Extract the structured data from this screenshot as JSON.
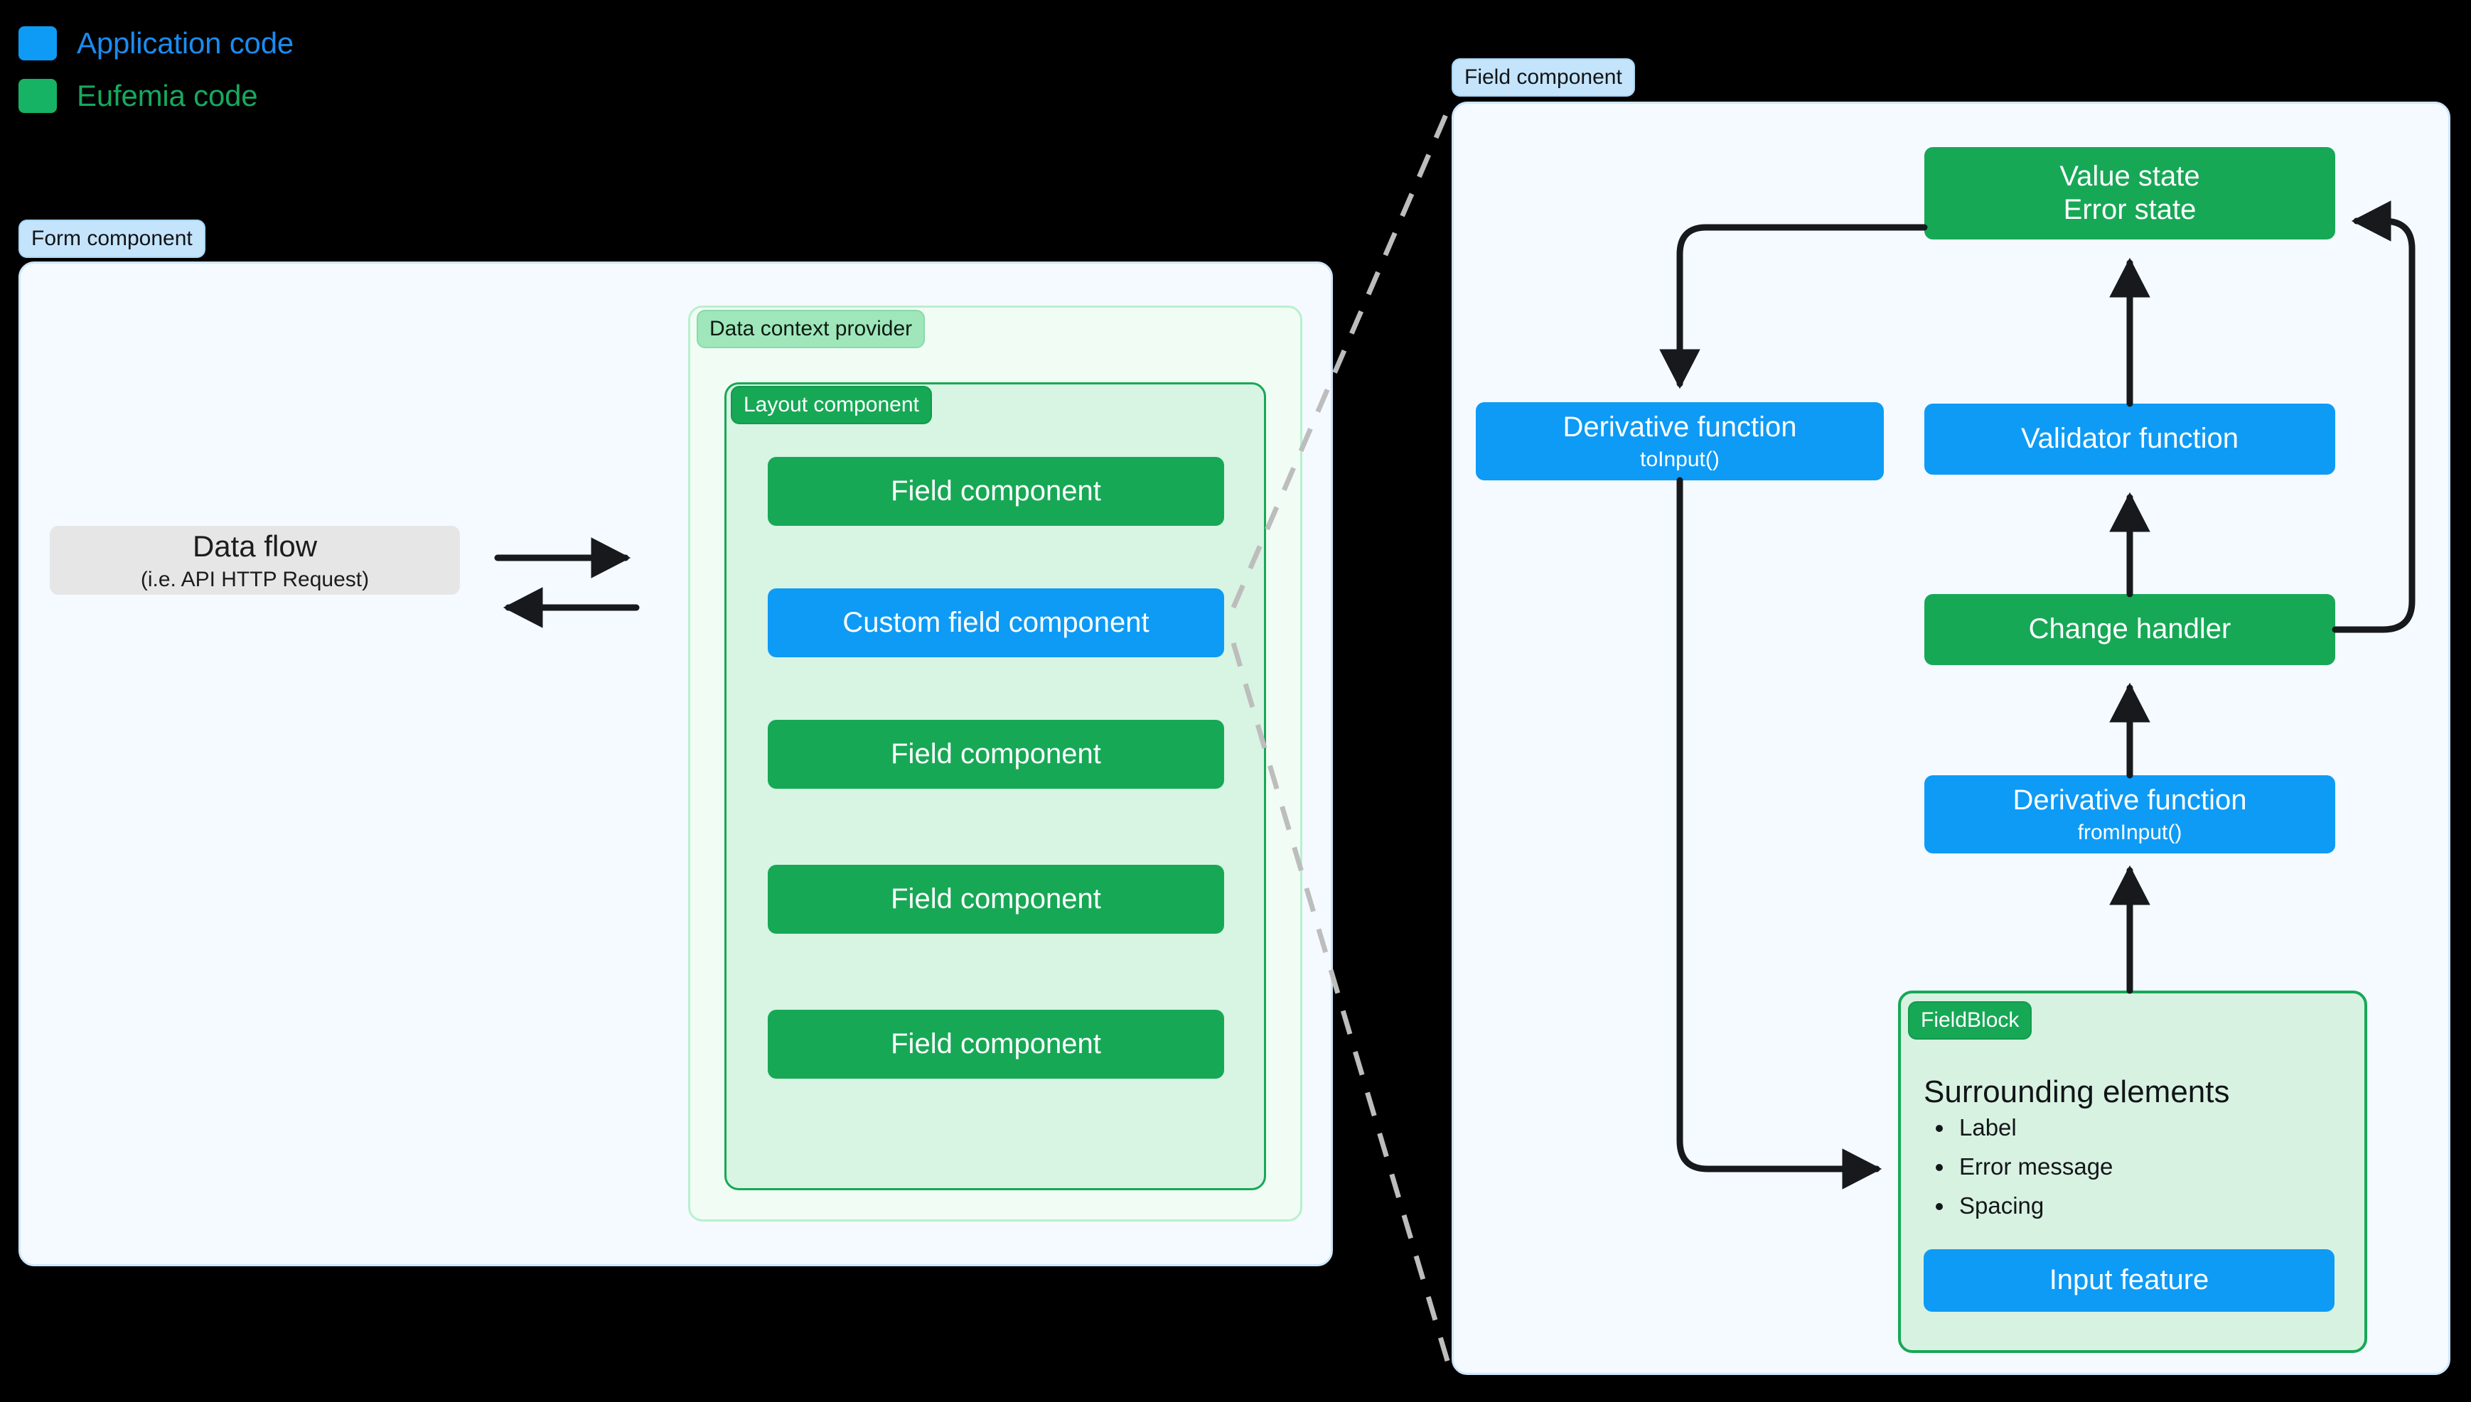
{
  "legend": {
    "items": [
      {
        "label": "Application code",
        "color": "#0e9bf5"
      },
      {
        "label": "Eufemia code",
        "color": "#17b364"
      }
    ]
  },
  "form_panel": {
    "tag": "Form component",
    "data_flow": {
      "title": "Data flow",
      "subtitle": "(i.e. API HTTP Request)"
    },
    "arrows": [
      {
        "name": "data-flow-out-arrow",
        "direction": "right"
      },
      {
        "name": "data-flow-in-arrow",
        "direction": "left"
      }
    ],
    "data_context_provider": {
      "tag": "Data context provider",
      "layout_component": {
        "tag": "Layout component",
        "fields": [
          {
            "label": "Field component",
            "kind": "eufemia"
          },
          {
            "label": "Custom field component",
            "kind": "application"
          },
          {
            "label": "Field component",
            "kind": "eufemia"
          },
          {
            "label": "Field component",
            "kind": "eufemia"
          },
          {
            "label": "Field component",
            "kind": "eufemia"
          }
        ]
      }
    }
  },
  "field_panel": {
    "tag": "Field component",
    "nodes": {
      "value_state": {
        "line1": "Value state",
        "line2": "Error state",
        "kind": "eufemia"
      },
      "derivative_to_input": {
        "title": "Derivative function",
        "sub": "toInput()",
        "kind": "application"
      },
      "validator": {
        "title": "Validator function",
        "kind": "application"
      },
      "change_handler": {
        "title": "Change handler",
        "kind": "eufemia"
      },
      "derivative_from_input": {
        "title": "Derivative function",
        "sub": "fromInput()",
        "kind": "application"
      },
      "input_feature": {
        "title": "Input feature",
        "kind": "application"
      }
    },
    "field_block": {
      "tag": "FieldBlock",
      "heading": "Surrounding elements",
      "items": [
        "Label",
        "Error message",
        "Spacing"
      ]
    }
  },
  "colors": {
    "application": "#0e9bf5",
    "eufemia": "#17a856",
    "panel_background": "#f4faff",
    "panel_border": "#cfe6fb",
    "arrow": "#17191c",
    "dashed_connector": "#bdbdbd",
    "canvas": "#000000"
  }
}
